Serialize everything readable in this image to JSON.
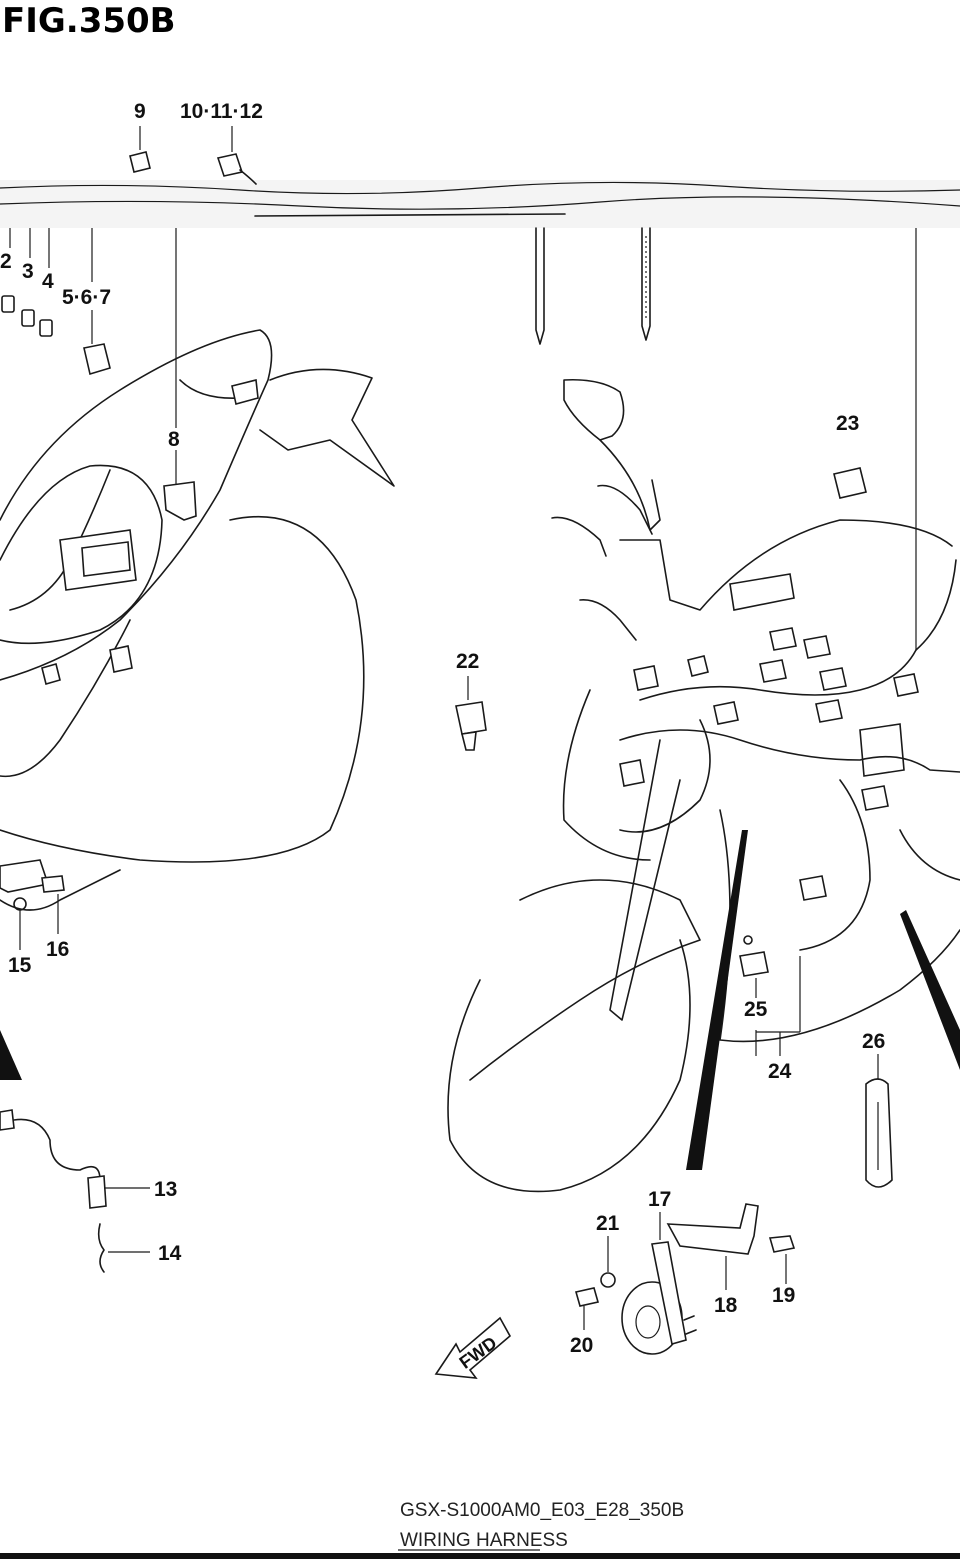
{
  "figure": {
    "title": "FIG.350B"
  },
  "callouts": {
    "c2": "2",
    "c3": "3",
    "c4": "4",
    "c567": "5·6·7",
    "c8": "8",
    "c9": "9",
    "c101112": "10·11·12",
    "c13": "13",
    "c14": "14",
    "c15": "15",
    "c16": "16",
    "c17": "17",
    "c18": "18",
    "c19": "19",
    "c20": "20",
    "c21": "21",
    "c22": "22",
    "c23": "23",
    "c24": "24",
    "c25": "25",
    "c26": "26"
  },
  "footer": {
    "model_code": "GSX-S1000AM0_E03_E28_350B",
    "section_name": "WIRING HARNESS"
  },
  "badges": {
    "forward": "FWD"
  }
}
